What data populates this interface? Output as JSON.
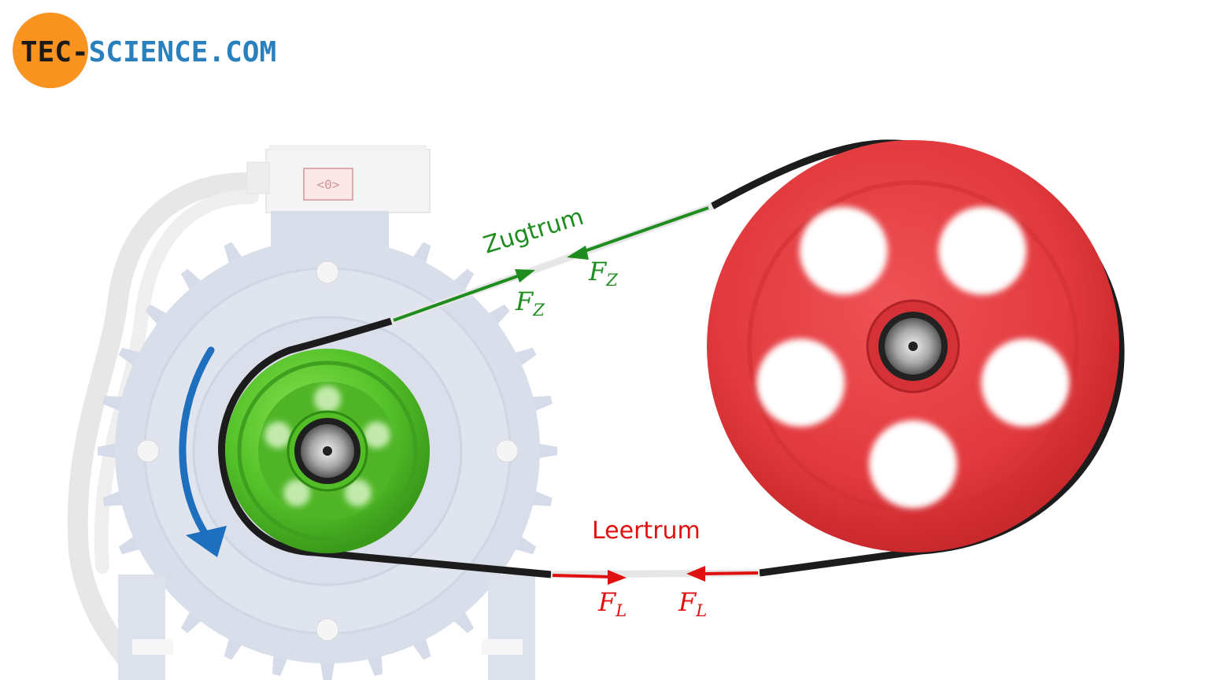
{
  "logo": {
    "part1": "TEC",
    "dash": "-",
    "part2": "SCIENCE.COM",
    "circle_color": "#f7931e",
    "text_dark": "#1a1a1a",
    "text_blue": "#2a7fbd"
  },
  "labels": {
    "tight_side": "Zugtrum",
    "slack_side": "Leertrum",
    "force_symbol": "F",
    "tight_sub": "Z",
    "slack_sub": "L"
  },
  "colors": {
    "tight": "#1e8c1e",
    "slack": "#e01010",
    "driving_pulley": "#55c22a",
    "driven_pulley": "#e23a3e",
    "rotation_arrow": "#1f6fbf",
    "belt": "#1c1c1c",
    "belt_cut": "#e6e6e6",
    "motor": "#c9d1e0"
  },
  "icons": {
    "rotation": "curved-arrow-icon",
    "motor": "electric-motor-icon",
    "terminal_box_label": "<0>"
  }
}
